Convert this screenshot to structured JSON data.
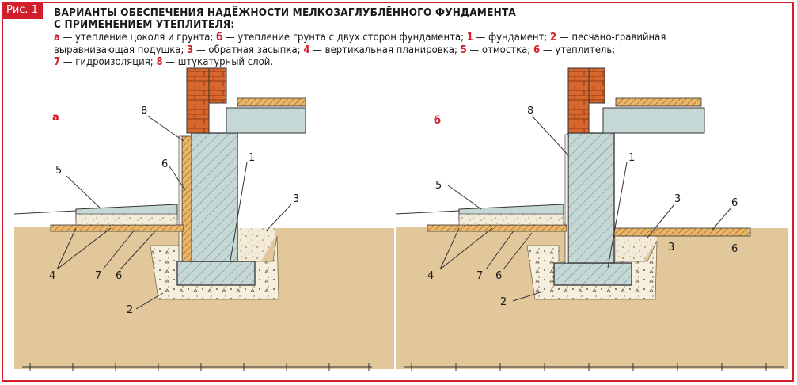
{
  "figure_label": "Рис. 1",
  "title_line1": "ВАРИАНТЫ ОБЕСПЕЧЕНИЯ НАДЁЖНОСТИ МЕЛКОЗАГЛУБЛЁННОГО ФУНДАМЕНТА",
  "title_line2": "С ПРИМЕНЕНИЕМ  УТЕПЛИТЕЛЯ:",
  "legend": [
    {
      "key": "а",
      "text": "утепление цоколя и грунта;"
    },
    {
      "key": "б",
      "text": "утепление грунта с двух сторон фундамента;"
    },
    {
      "key": "1",
      "text": "фундамент;"
    },
    {
      "key": "2",
      "text": "песчано-гравийная"
    },
    {
      "key": "",
      "text": "выравнивающая подушка;"
    },
    {
      "key": "3",
      "text": "обратная засыпка;"
    },
    {
      "key": "4",
      "text": "вертикальная планировка;"
    },
    {
      "key": "5",
      "text": "отмостка;"
    },
    {
      "key": "6",
      "text": "утеплитель;"
    },
    {
      "key": "7",
      "text": "гидроизоляция;"
    },
    {
      "key": "8",
      "text": "штукатурный слой."
    }
  ],
  "dash": "—",
  "variant_a": {
    "letter": "а",
    "callouts": {
      "c8": "8",
      "c6top": "6",
      "c1": "1",
      "c3": "3",
      "c5": "5",
      "c4": "4",
      "c7": "7",
      "c6bot": "6",
      "c2": "2"
    }
  },
  "variant_b": {
    "letter": "б",
    "callouts": {
      "c8": "8",
      "c1": "1",
      "c3": "3",
      "c6right": "6",
      "c5": "5",
      "c4": "4",
      "c7": "7",
      "c6bot": "6",
      "c2": "2",
      "c3small": "3",
      "c6small": "6"
    }
  },
  "colors": {
    "accent": "#d21d2a",
    "soil": "#e2c79a",
    "concrete": "#c6d8d6",
    "brick": "#d8672e",
    "insulation": "#e9b66b",
    "sand": "#f3ead8"
  }
}
